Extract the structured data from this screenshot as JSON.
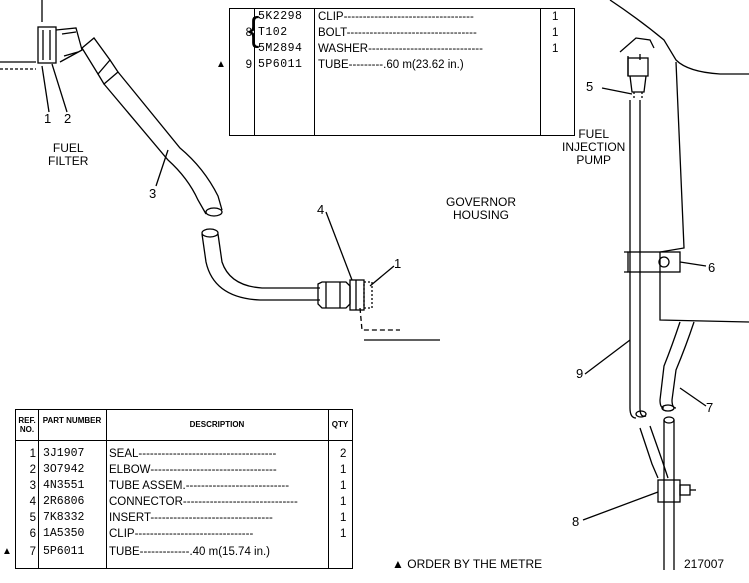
{
  "top_table": {
    "rows": [
      {
        "ref": "",
        "part": "5K2298",
        "desc": "CLIP",
        "qty": "1",
        "marker": false
      },
      {
        "ref": "8",
        "part": "T102",
        "desc": "BOLT",
        "qty": "1",
        "marker": false
      },
      {
        "ref": "",
        "part": "5M2894",
        "desc": "WASHER",
        "qty": "1",
        "marker": false
      },
      {
        "ref": "9",
        "part": "5P6011",
        "desc": "TUBE",
        "qty": "",
        "extra": ".60 m(23.62 in.)",
        "marker": true
      }
    ]
  },
  "bottom_table": {
    "headers": {
      "ref": "REF. NO.",
      "part": "PART NUMBER",
      "desc": "DESCRIPTION",
      "qty": "QTY"
    },
    "rows": [
      {
        "ref": "1",
        "part": "3J1907",
        "desc": "SEAL",
        "qty": "2",
        "marker": false
      },
      {
        "ref": "2",
        "part": "3O7942",
        "desc": "ELBOW",
        "qty": "1",
        "marker": false
      },
      {
        "ref": "3",
        "part": "4N3551",
        "desc": "TUBE ASSEM.",
        "qty": "1",
        "marker": false
      },
      {
        "ref": "4",
        "part": "2R6806",
        "desc": "CONNECTOR",
        "qty": "1",
        "marker": false
      },
      {
        "ref": "5",
        "part": "7K8332",
        "desc": "INSERT",
        "qty": "1",
        "marker": false
      },
      {
        "ref": "6",
        "part": "1A5350",
        "desc": "CLIP",
        "qty": "1",
        "marker": false
      },
      {
        "ref": "7",
        "part": "5P6011",
        "desc": "TUBE",
        "qty": "",
        "extra": ".40 m(15.74 in.)",
        "marker": true
      }
    ]
  },
  "labels": {
    "fuel_filter": "FUEL\nFILTER",
    "governor_housing": "GOVERNOR\nHOUSING",
    "fuel_injection_pump": "FUEL\nINJECTION\nPUMP",
    "order_note": "ORDER BY THE METRE",
    "figure_number": "217007",
    "marker_glyph": "▲"
  },
  "callouts": [
    "1",
    "2",
    "3",
    "4",
    "1",
    "5",
    "6",
    "9",
    "7",
    "8"
  ]
}
